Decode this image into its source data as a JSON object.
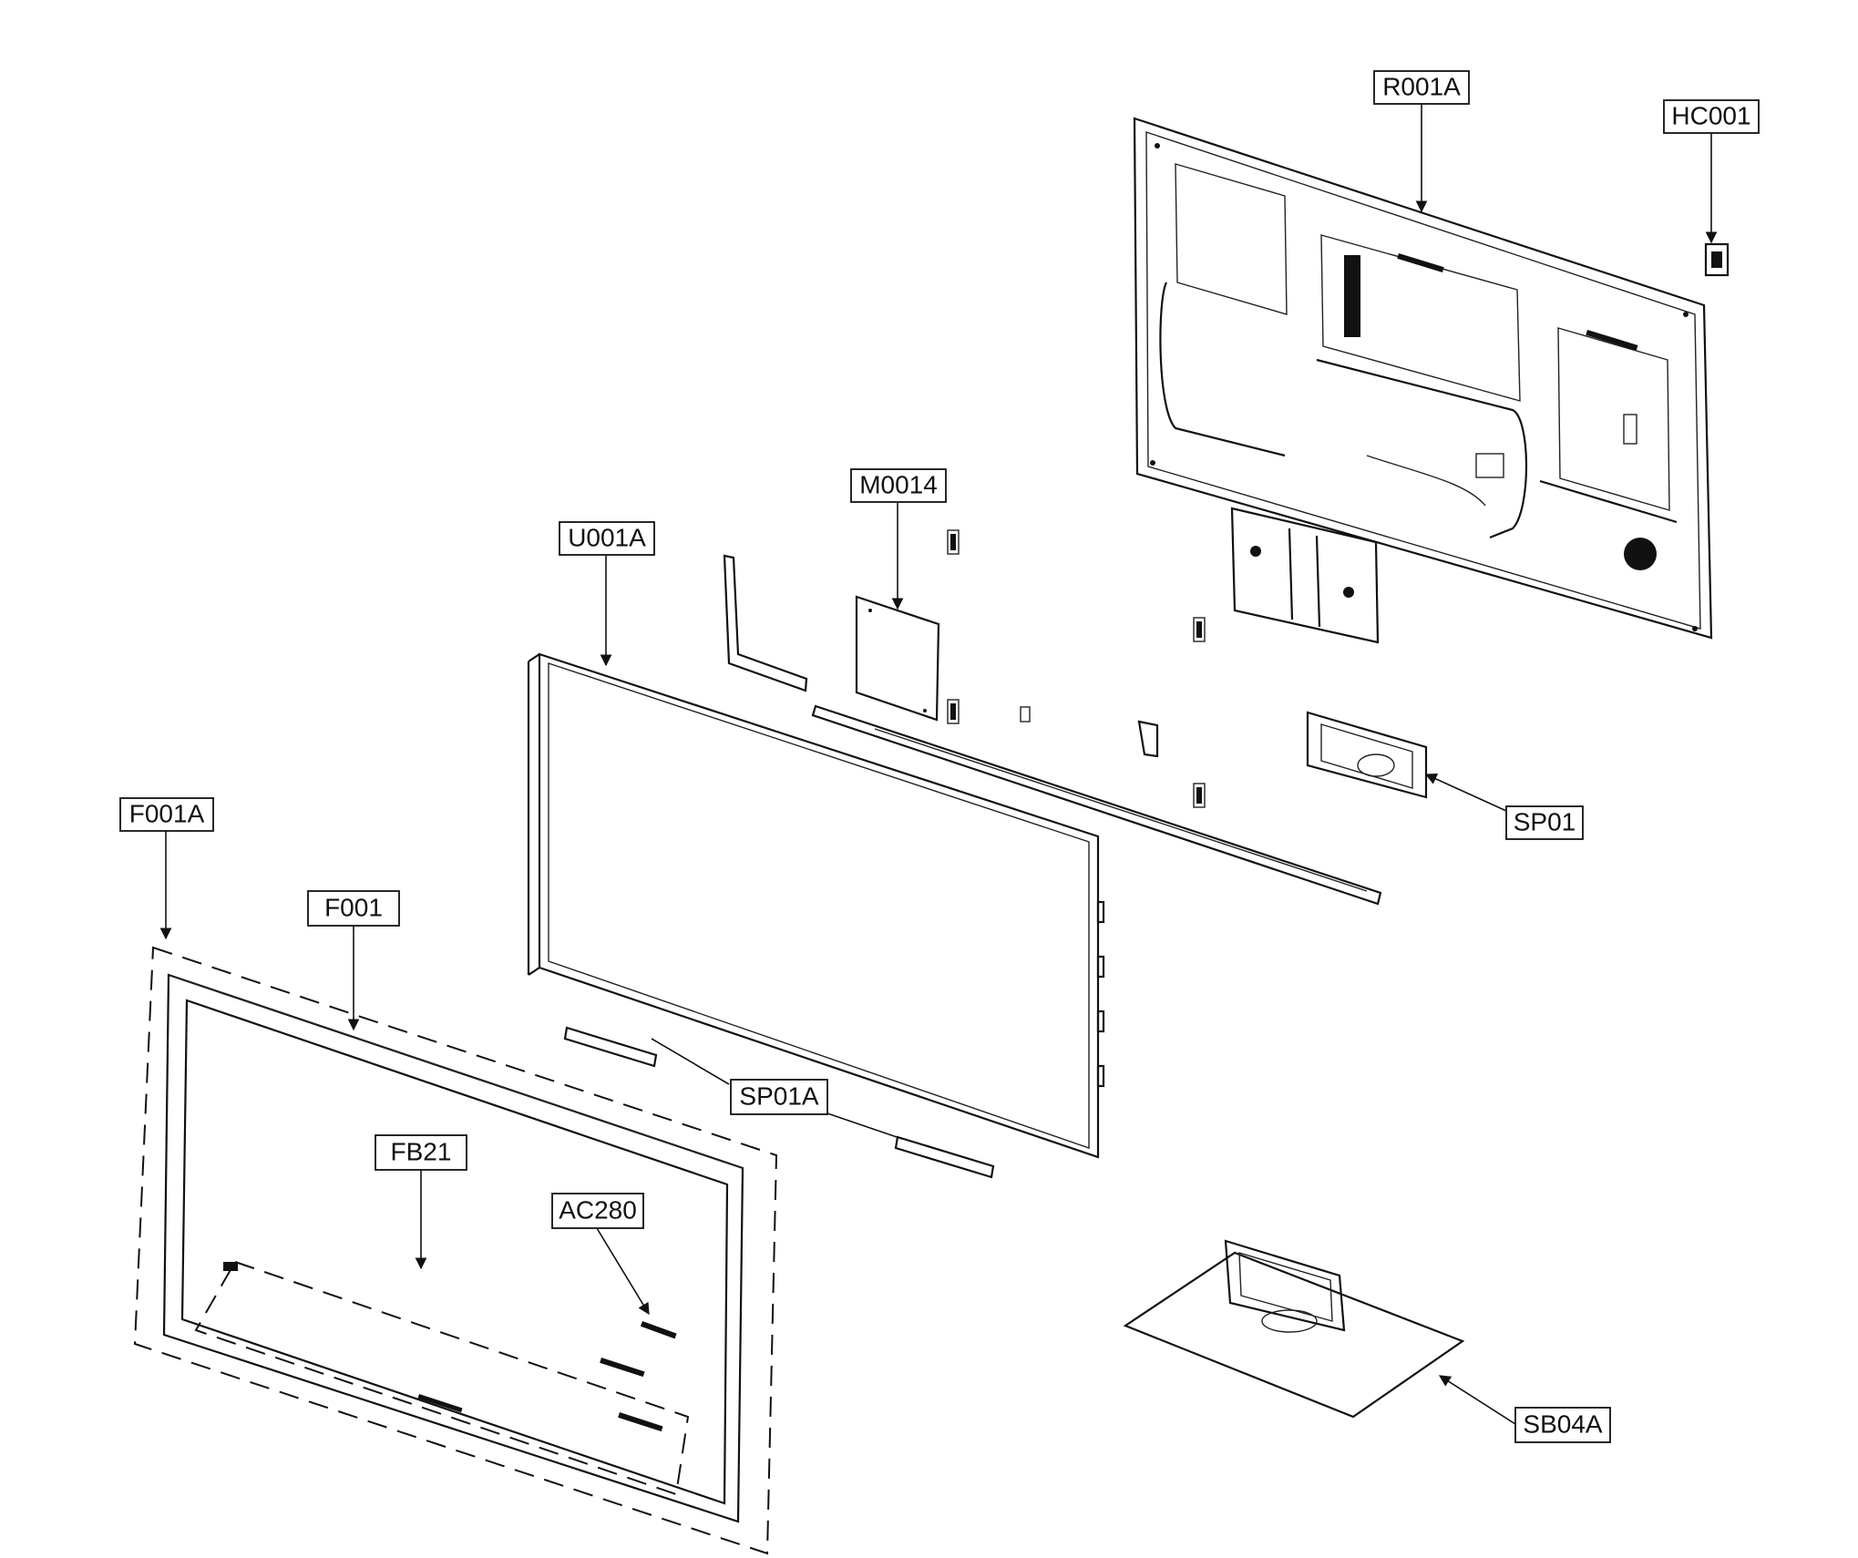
{
  "callouts": {
    "r001a": "R001A",
    "hc001": "HC001",
    "m0014": "M0014",
    "u001a": "U001A",
    "sp01": "SP01",
    "f001a": "F001A",
    "f001": "F001",
    "sp01a": "SP01A",
    "fb21": "FB21",
    "ac280": "AC280",
    "sb04a": "SB04A"
  }
}
